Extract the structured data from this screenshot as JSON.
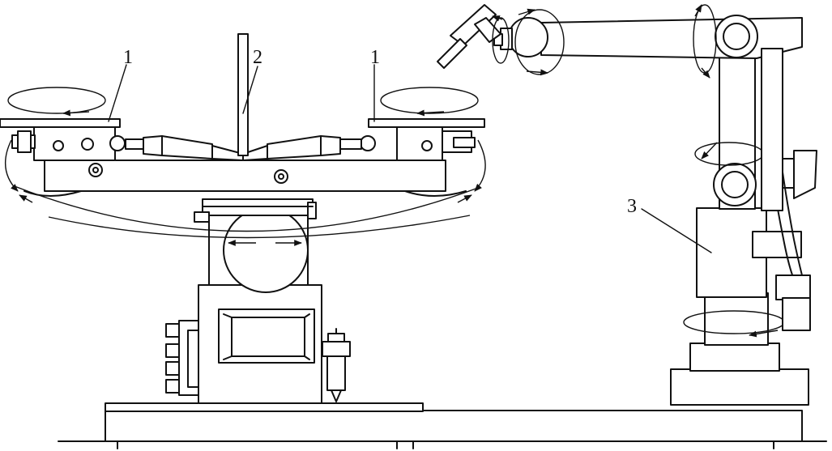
{
  "callouts": {
    "one_left": "1",
    "two": "2",
    "one_right": "1",
    "three": "3"
  },
  "colors": {
    "ink": "#111111",
    "paper": "#ffffff"
  }
}
